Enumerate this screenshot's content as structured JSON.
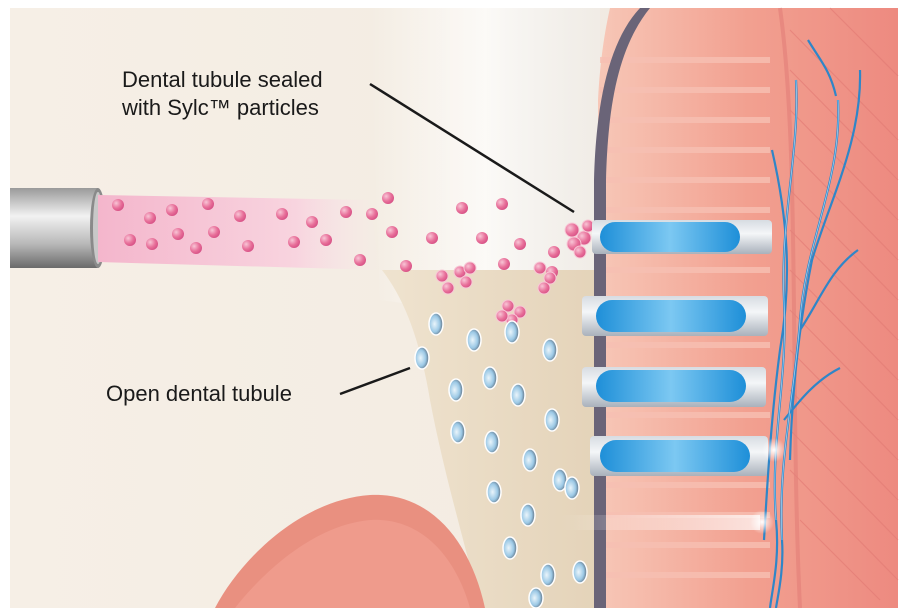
{
  "labels": {
    "sealed_line1": "Dental tubule sealed",
    "sealed_line2": "with Sylc™ particles",
    "open": "Open dental tubule"
  },
  "colors": {
    "particle": "#e8709a",
    "tubule_fluid": "#2ea3e6",
    "pulp": "#ef8f8f",
    "dentin": "#ecdcc5",
    "enamel_edge": "#6a6478",
    "nerve": "#2f86c8"
  }
}
